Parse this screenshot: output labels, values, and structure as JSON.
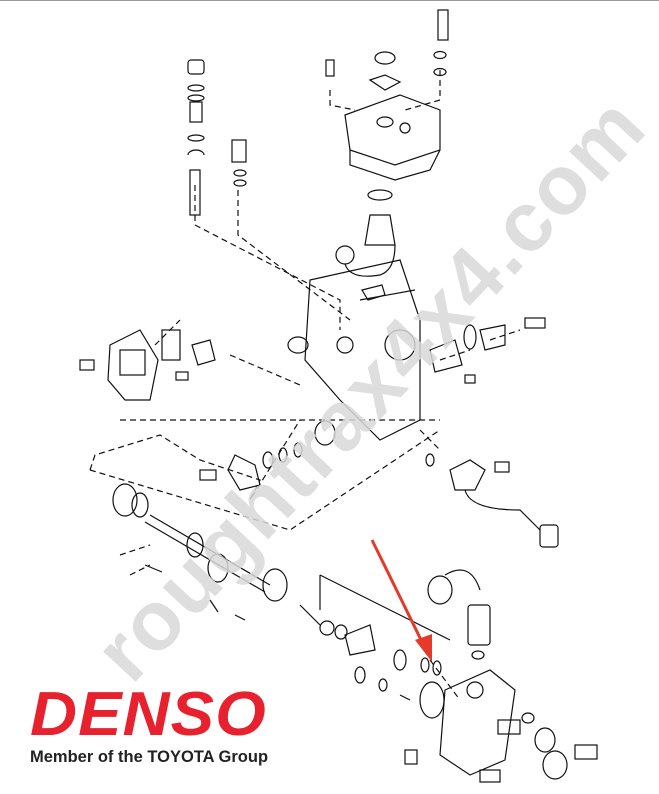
{
  "watermark": "roughtrax4x4.com",
  "logo": {
    "brand": "DENSO",
    "tagline": "Member of the TOYOTA Group",
    "brand_color": "#e8212e"
  },
  "annotation": {
    "arrow_color": "#e53a2a"
  }
}
